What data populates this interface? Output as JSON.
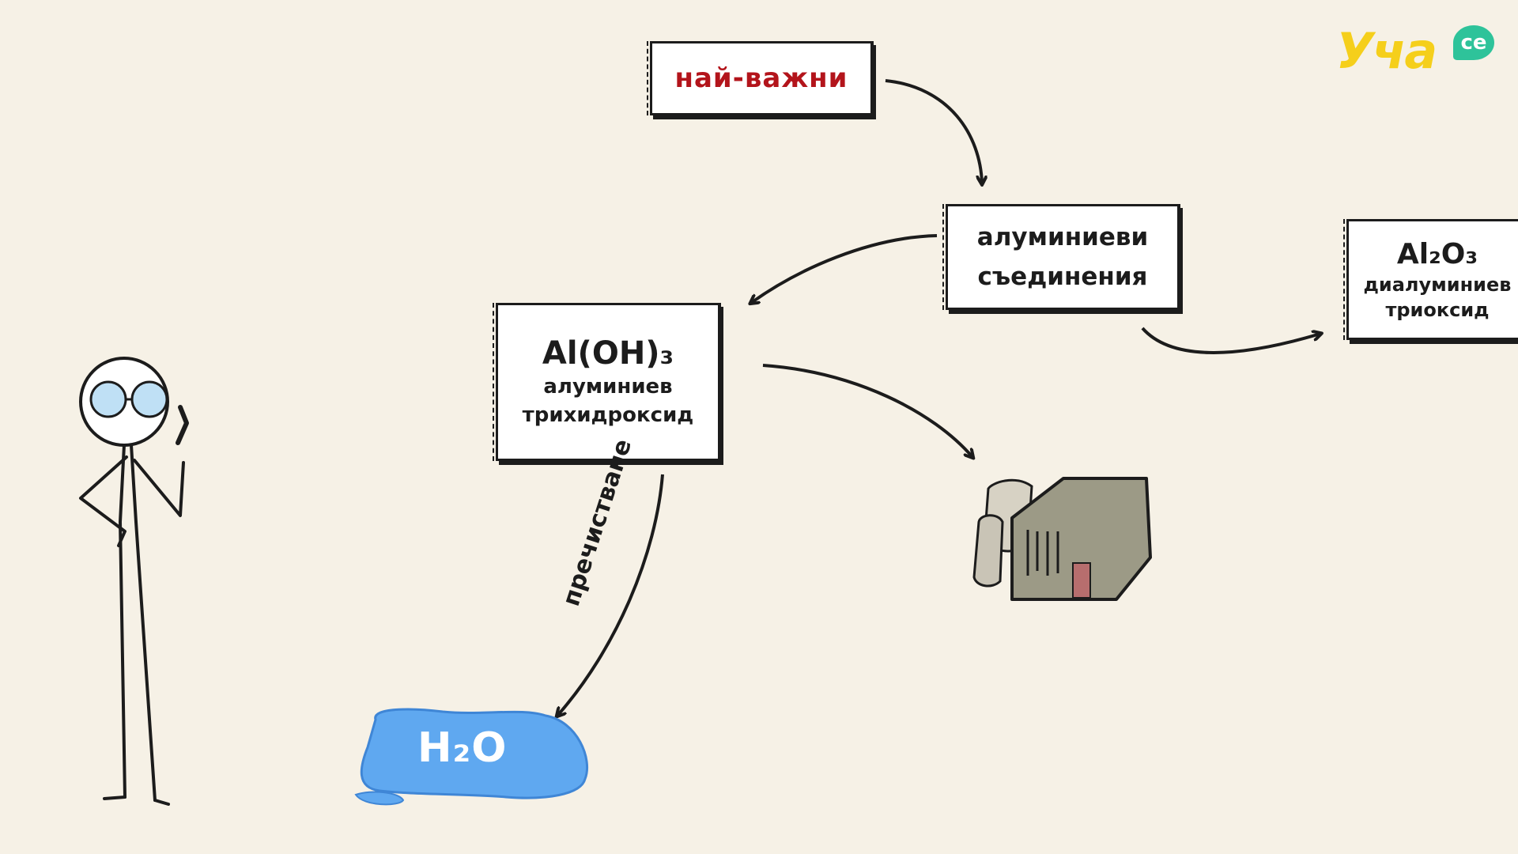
{
  "logo": {
    "main": "Уча",
    "bubble": "ce"
  },
  "tag": {
    "text": "най-важни"
  },
  "compounds": {
    "line1": "алуминиеви",
    "line2": "съединения"
  },
  "hydroxide": {
    "formula": "Al(OH)₃",
    "name1": "алуминиев",
    "name2": "трихидроксид"
  },
  "oxide": {
    "formula": "Al₂O₃",
    "name1": "диалуминиев",
    "name2": "триоксид"
  },
  "purification_label": "пречистване",
  "water": {
    "formula": "H₂O"
  },
  "colors": {
    "background": "#f6f1e6",
    "tag_text": "#b3141b",
    "water": "#5fa8f0",
    "factory_wall": "#9c9a86",
    "logo_yellow": "#f5cf1b",
    "logo_green": "#2ec39a"
  }
}
